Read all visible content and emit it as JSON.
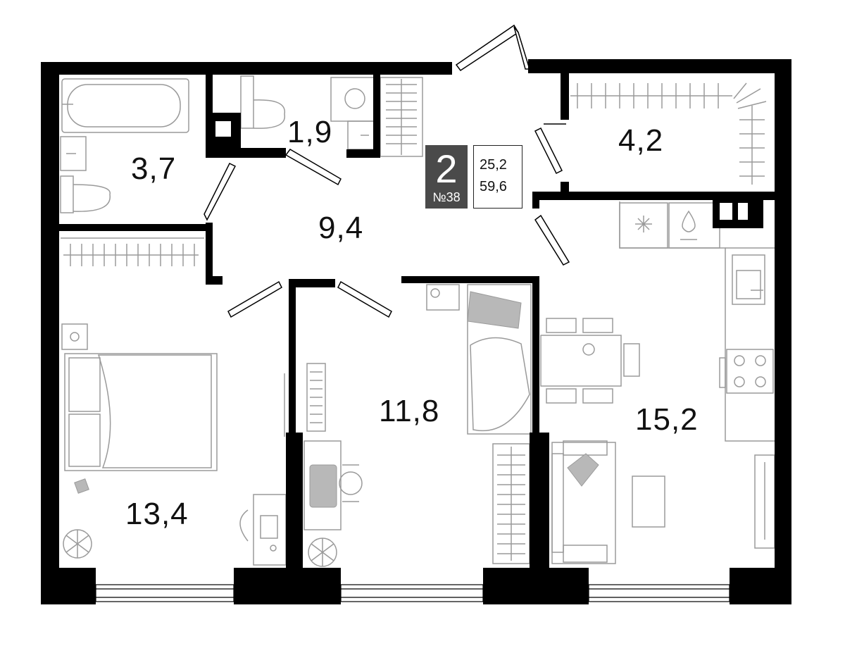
{
  "apartment": {
    "room_count": "2",
    "number": "№38",
    "living_area": "25,2",
    "total_area": "59,6"
  },
  "rooms": {
    "bathroom": "3,7",
    "toilet": "1,9",
    "hall": "9,4",
    "wardrobe": "4,2",
    "bedroom": "13,4",
    "second_room": "11,8",
    "kitchen_living": "15,2"
  },
  "colors": {
    "walls": "#000000",
    "fixtures": "#9a9a9a",
    "furniture_fill": "#b8b8b8",
    "badge": "#4a4a4a"
  }
}
